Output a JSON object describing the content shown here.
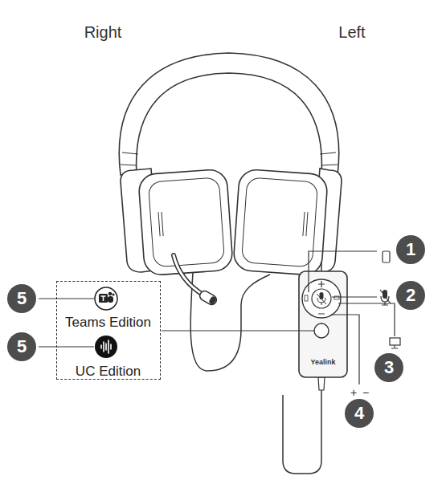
{
  "diagram": {
    "nodes": [
      {
        "text": [
          "Teams Edition",
          "UC Edition"
        ]
      }
    ],
    "labels": [
      "Right",
      "Left",
      "1",
      "2",
      "3",
      "4",
      "5",
      "5",
      "+",
      "−",
      "Yealink"
    ]
  }
}
